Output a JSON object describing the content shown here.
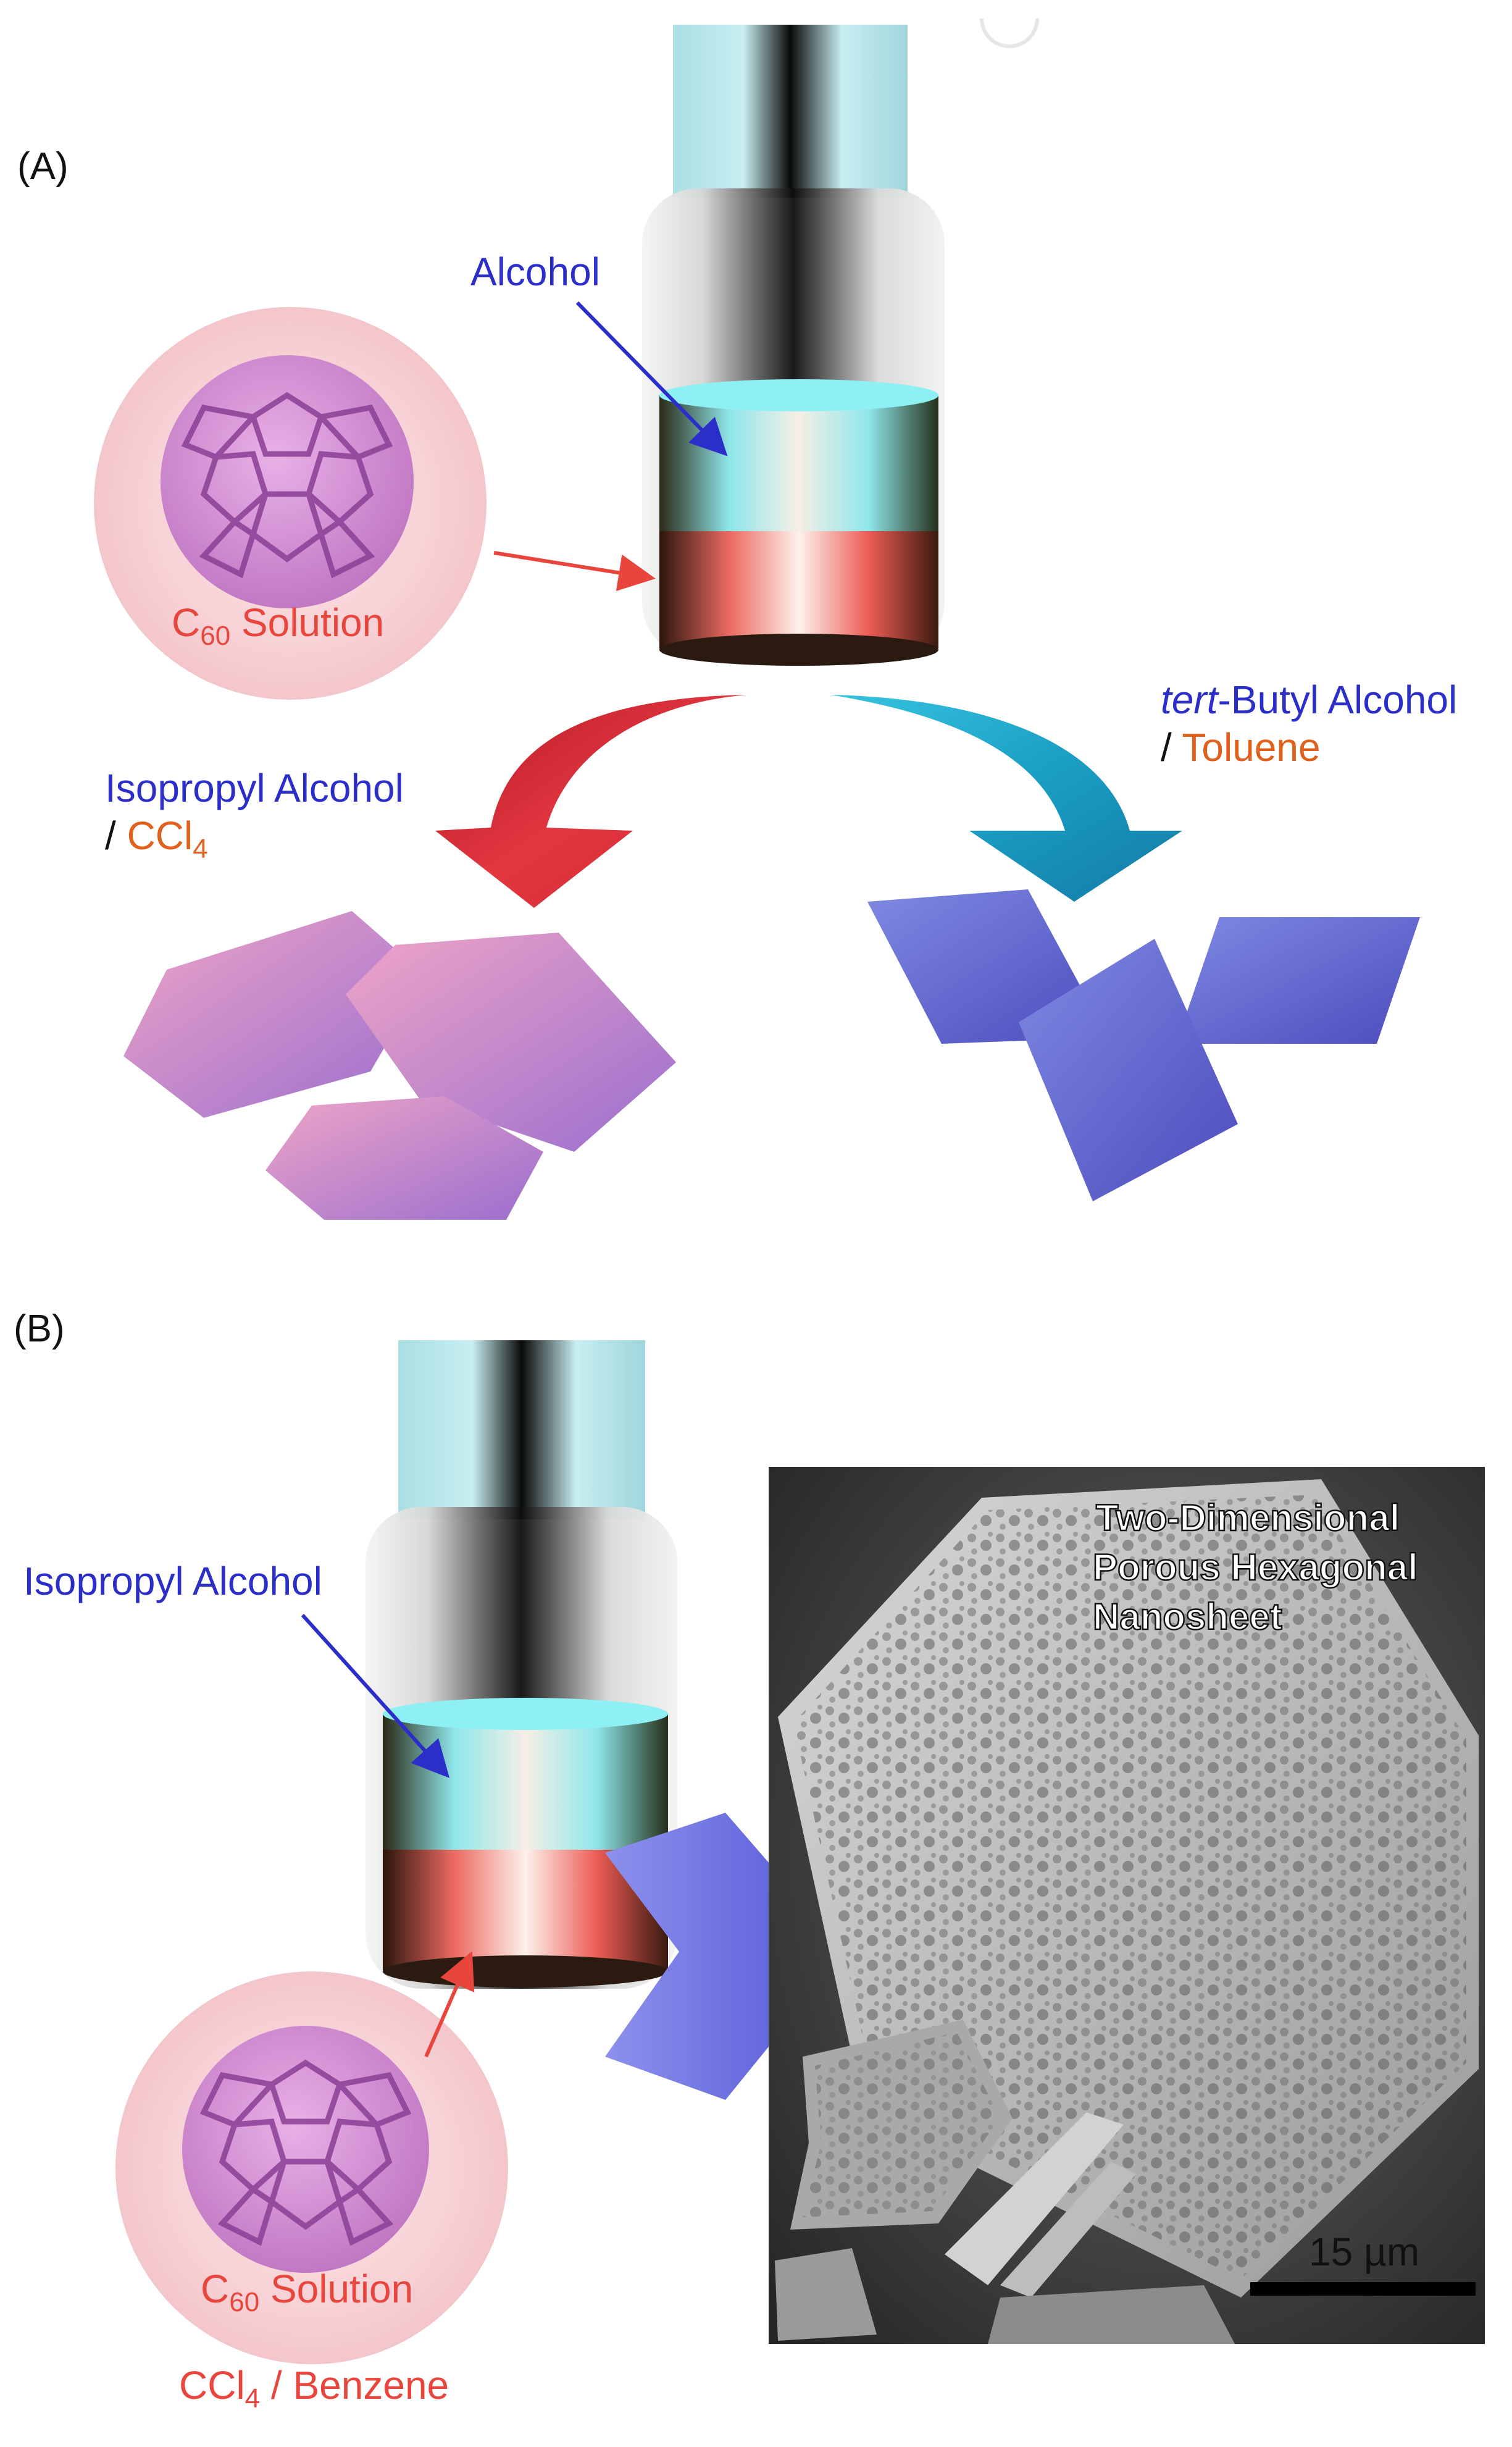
{
  "panel_a": {
    "label": "(A)",
    "alcohol_label": "Alcohol",
    "c60_prefix": "C",
    "c60_sub": "60",
    "c60_suffix": " Solution",
    "left_solvent_line1": "Isopropyl Alcohol",
    "left_solvent_slash": "/ ",
    "left_solvent_ccl": "CCl",
    "left_solvent_ccl_sub": "4",
    "right_solvent_italic": "tert",
    "right_solvent_rest": "-Butyl Alcohol",
    "right_solvent_slash": "/ ",
    "right_solvent_toluene": "Toluene"
  },
  "panel_b": {
    "label": "(B)",
    "alcohol_label": "Isopropyl Alcohol",
    "c60_prefix": "C",
    "c60_sub": "60",
    "c60_suffix": " Solution",
    "solvent_ccl": "CCl",
    "solvent_ccl_sub": "4",
    "solvent_rest": " / Benzene",
    "sem_title_line1": "Two-Dimensional",
    "sem_title_line2": "Porous Hexagonal",
    "sem_title_line3": "Nanosheet",
    "scale_bar": "15 µm"
  },
  "colors": {
    "blue_text": "#2b2ec8",
    "red_text": "#e8463c",
    "orange_text": "#e0601c",
    "red_arrow": "#d42a32",
    "teal_arrow": "#1ca0c6",
    "purple_arrow": "#6a6ee0"
  }
}
